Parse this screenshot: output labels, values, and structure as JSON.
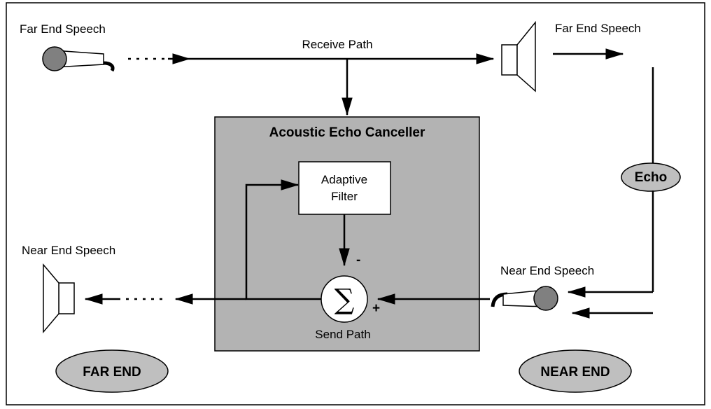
{
  "labels": {
    "far_end_speech_in": "Far End Speech",
    "receive_path": "Receive Path",
    "far_end_speech_out": "Far End Speech",
    "aec_title": "Acoustic Echo Canceller",
    "adaptive_filter_line1": "Adaptive",
    "adaptive_filter_line2": "Filter",
    "minus_sign": "-",
    "plus_sign": "+",
    "sigma": "∑",
    "send_path": "Send Path",
    "near_end_speech_out": "Near End Speech",
    "near_end_speech_in": "Near End Speech",
    "echo": "Echo",
    "far_end": "FAR END",
    "near_end": "NEAR END"
  },
  "colors": {
    "aec_fill": "#b3b3b3",
    "oval_fill": "#bfbfbf",
    "mic_head": "#808080",
    "line": "#000000",
    "box_fill": "#ffffff"
  },
  "icons": {
    "far_end_microphone": "microphone-icon",
    "far_end_speaker": "speaker-icon",
    "near_end_speaker": "speaker-icon",
    "near_end_microphone": "microphone-icon"
  }
}
